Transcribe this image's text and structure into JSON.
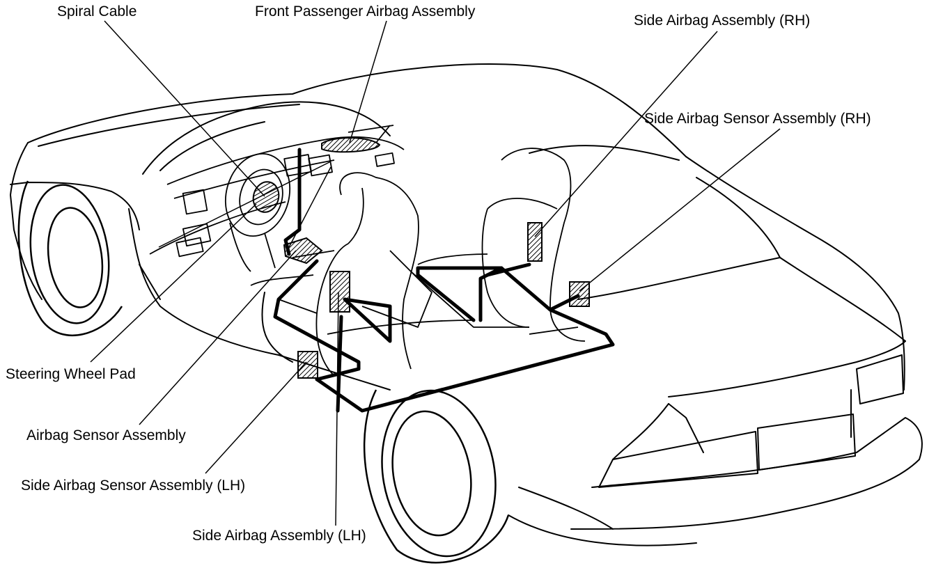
{
  "labels": {
    "spiral_cable": "Spiral Cable",
    "front_passenger_airbag": "Front Passenger Airbag Assembly",
    "side_airbag_rh": "Side Airbag Assembly (RH)",
    "side_airbag_sensor_rh": "Side Airbag Sensor Assembly (RH)",
    "steering_wheel_pad": "Steering Wheel Pad",
    "airbag_sensor_assembly": "Airbag Sensor Assembly",
    "side_airbag_sensor_lh": "Side Airbag Sensor Assembly (LH)",
    "side_airbag_lh": "Side Airbag Assembly (LH)"
  }
}
